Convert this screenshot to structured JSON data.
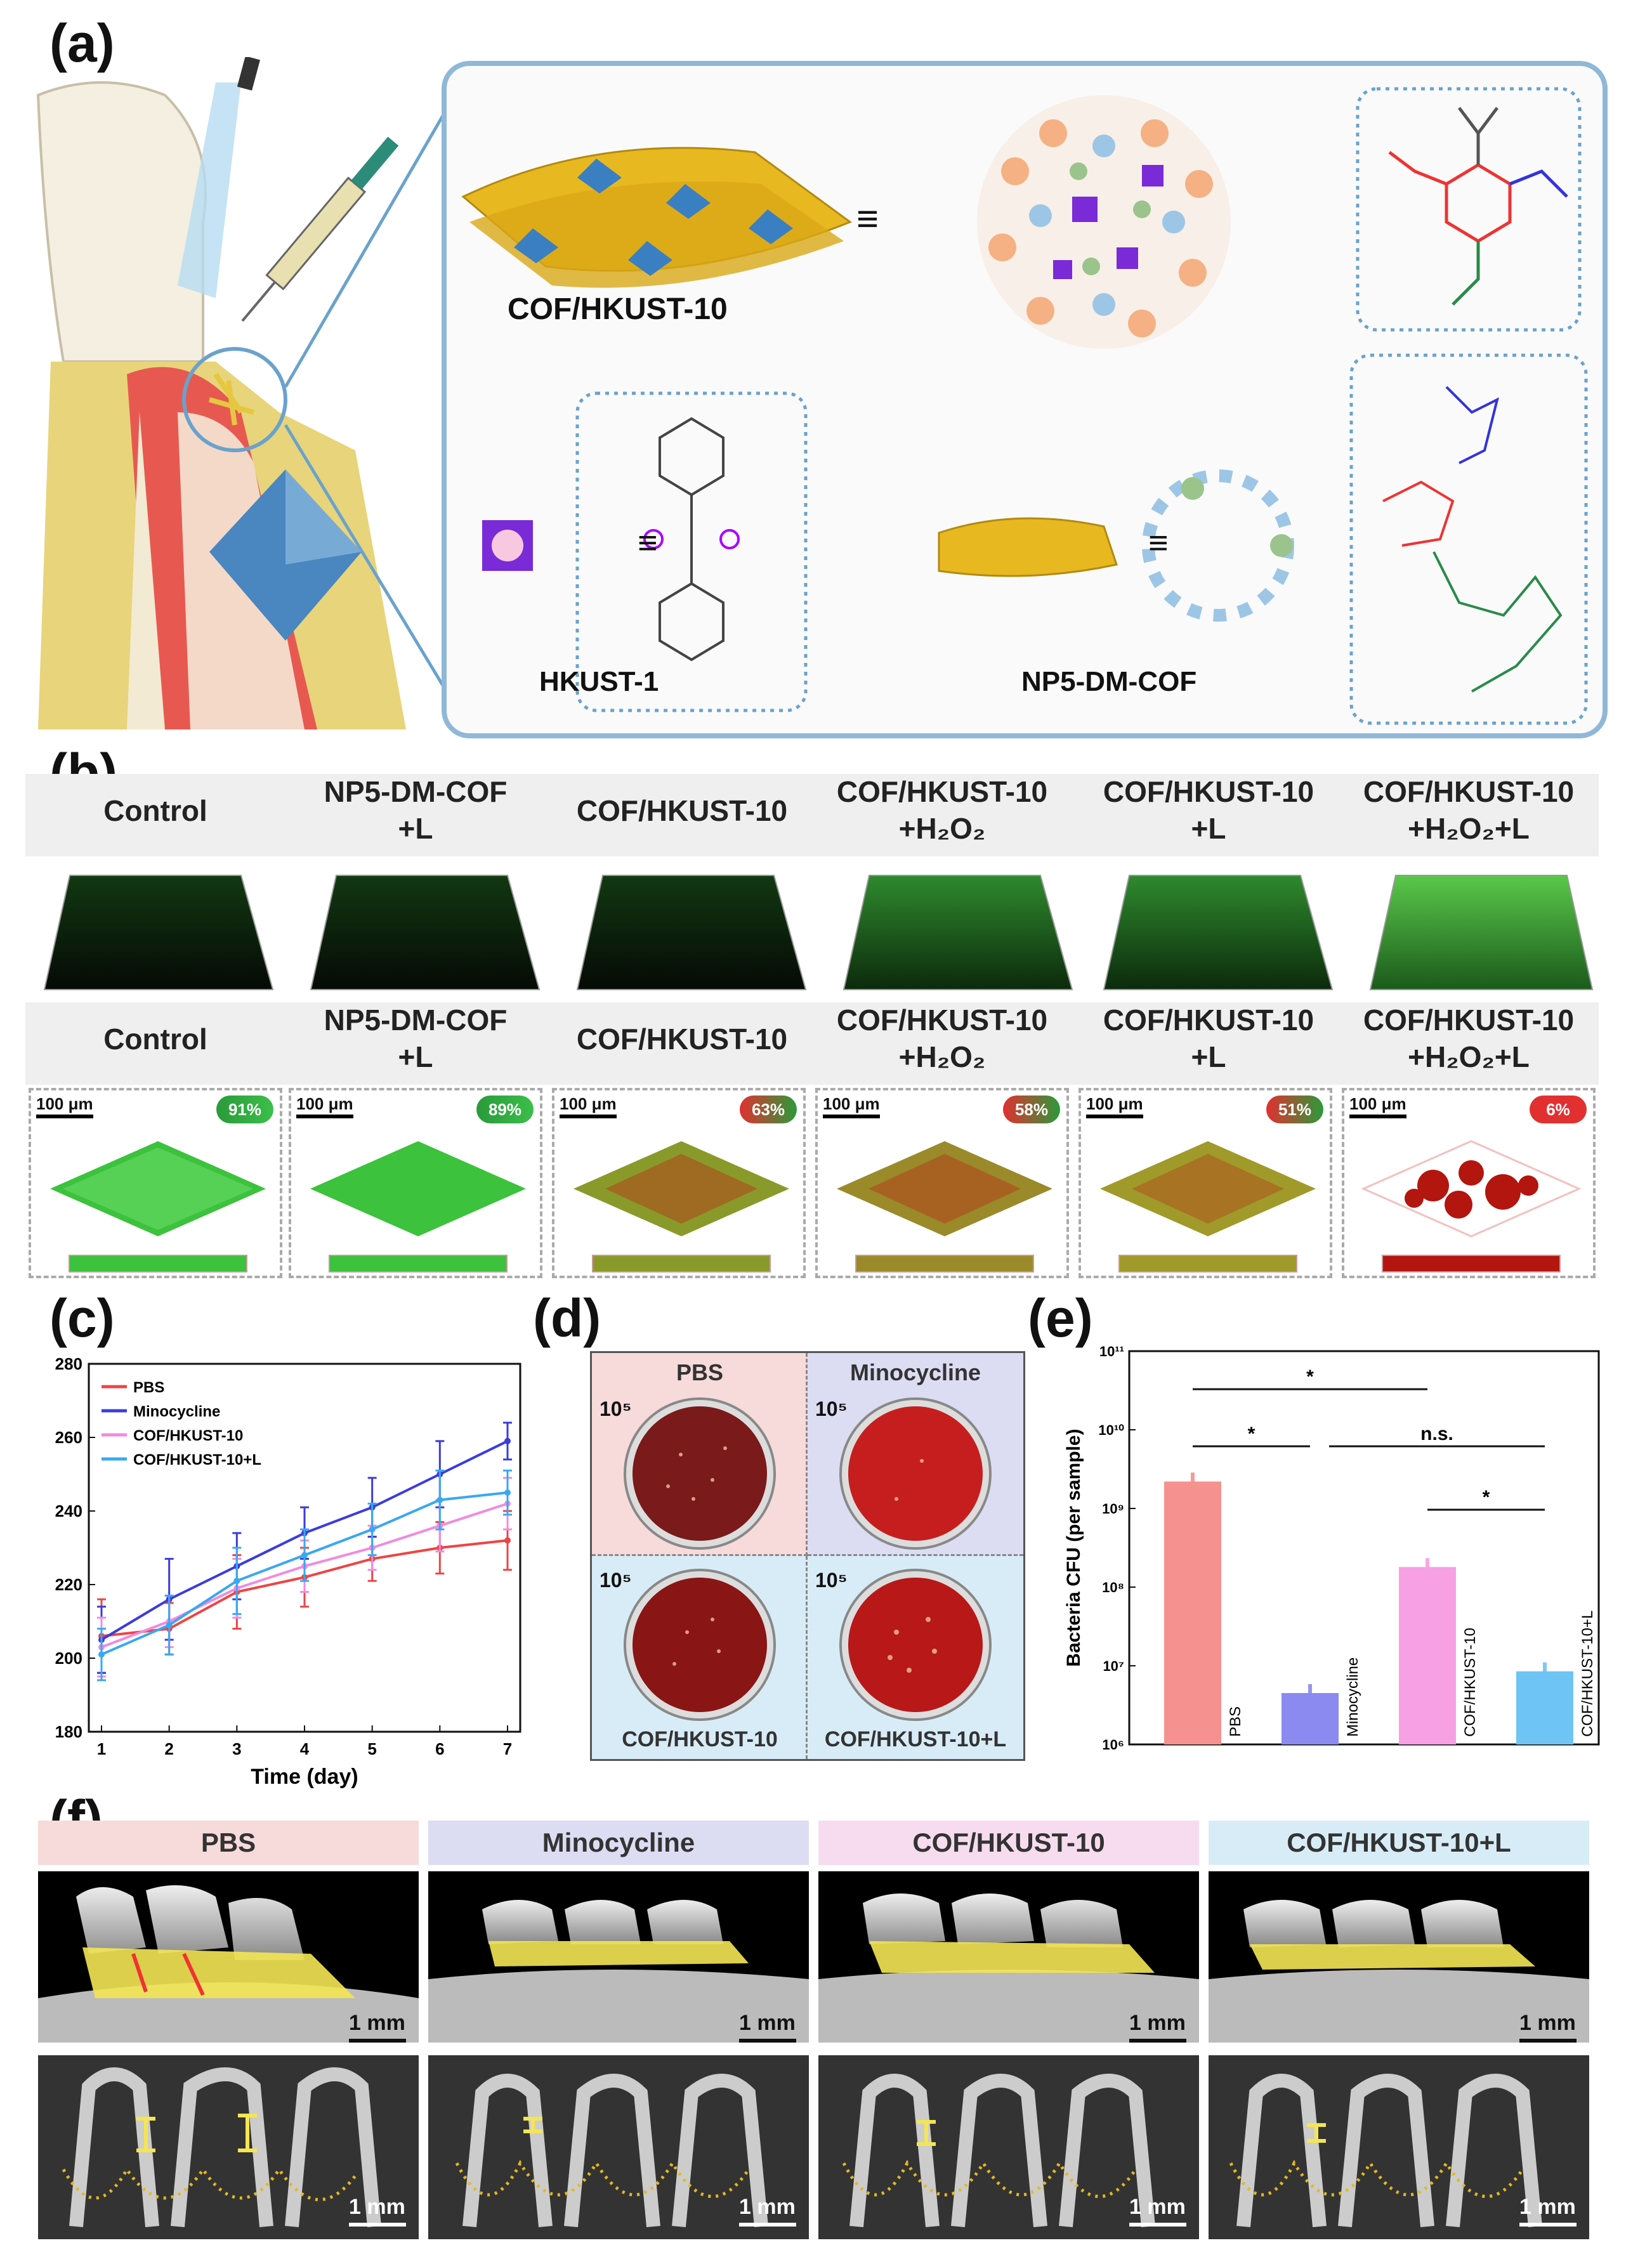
{
  "panels": {
    "a": {
      "label": "(a)",
      "cof_hkust_label": "COF/HKUST-10",
      "hkust1_label": "HKUST-1",
      "np5_label": "NP5-DM-COF",
      "equiv": "≡"
    },
    "b": {
      "label": "(b)",
      "row1_headers": [
        "Control",
        "NP5-DM-COF\n+L",
        "COF/HKUST-10",
        "COF/HKUST-10\n+H₂O₂",
        "COF/HKUST-10\n+L",
        "COF/HKUST-10\n+H₂O₂+L"
      ],
      "row2_headers": [
        "Control",
        "NP5-DM-COF\n+L",
        "COF/HKUST-10",
        "COF/HKUST-10\n+H₂O₂",
        "COF/HKUST-10\n+L",
        "COF/HKUST-10\n+H₂O₂+L"
      ],
      "scale_text": "100 μm",
      "live_percent": [
        "91%",
        "89%",
        "63%",
        "58%",
        "51%",
        "6%"
      ]
    },
    "c": {
      "label": "(c)"
    },
    "d": {
      "label": "(d)",
      "top_labels": [
        "PBS",
        "Minocycline"
      ],
      "bottom_labels": [
        "COF/HKUST-10",
        "COF/HKUST-10+L"
      ],
      "dilution": "10⁵"
    },
    "e": {
      "label": "(e)"
    },
    "f": {
      "label": "(f)",
      "headers": [
        "PBS",
        "Minocycline",
        "COF/HKUST-10",
        "COF/HKUST-10+L"
      ],
      "scale_text": "1 mm"
    }
  },
  "colors": {
    "pbs": "#ef4444",
    "minocycline": "#3b3be0",
    "cof": "#f08be0",
    "cofl": "#3aa8f0",
    "pbs_bg": "#f7dada",
    "mino_bg": "#dcdcf3",
    "cof_bg": "#f7dcef",
    "cofl_bg": "#d8ecf7"
  },
  "chart_data": [
    {
      "id": "c",
      "type": "line",
      "xlabel": "Time (day)",
      "ylabel": "",
      "x": [
        1,
        2,
        3,
        4,
        5,
        6,
        7
      ],
      "xticks": [
        "1",
        "2",
        "3",
        "4",
        "5",
        "6",
        "7"
      ],
      "ylim": [
        180,
        280
      ],
      "yticks": [
        "180",
        "200",
        "220",
        "240",
        "260",
        "280"
      ],
      "legend_position": "top-left",
      "series": [
        {
          "name": "PBS",
          "color": "#ef4444",
          "values": [
            206,
            208,
            218,
            222,
            227,
            230,
            232
          ],
          "err": [
            10,
            7,
            10,
            8,
            6,
            7,
            8
          ]
        },
        {
          "name": "Minocycline",
          "color": "#3b3be0",
          "values": [
            205,
            216,
            225,
            234,
            241,
            250,
            259
          ],
          "err": [
            9,
            11,
            9,
            7,
            8,
            9,
            5
          ]
        },
        {
          "name": "COF/HKUST-10",
          "color": "#f08be0",
          "values": [
            203,
            210,
            219,
            225,
            230,
            236,
            242
          ],
          "err": [
            8,
            7,
            8,
            7,
            6,
            7,
            7
          ]
        },
        {
          "name": "COF/HKUST-10+L",
          "color": "#3aa8f0",
          "values": [
            201,
            209,
            221,
            228,
            235,
            243,
            245
          ],
          "err": [
            7,
            8,
            9,
            7,
            7,
            8,
            6
          ]
        }
      ]
    },
    {
      "id": "e",
      "type": "bar",
      "ylabel": "Bacteria CFU (per sample)",
      "log_scale": true,
      "ylim_exp": [
        6,
        11
      ],
      "yticks": [
        "10⁶",
        "10⁷",
        "10⁸",
        "10⁹",
        "10¹⁰",
        "10¹¹"
      ],
      "categories": [
        "PBS",
        "Minocycline",
        "COF/HKUST-10",
        "COF/HKUST-10+L"
      ],
      "values": [
        2200000000,
        4500000,
        180000000,
        8500000
      ],
      "colors": [
        "#f5918f",
        "#8a8af0",
        "#f7a0e3",
        "#6ec4f5"
      ],
      "significance": [
        "*",
        "*",
        "n.s.",
        "*"
      ]
    }
  ]
}
